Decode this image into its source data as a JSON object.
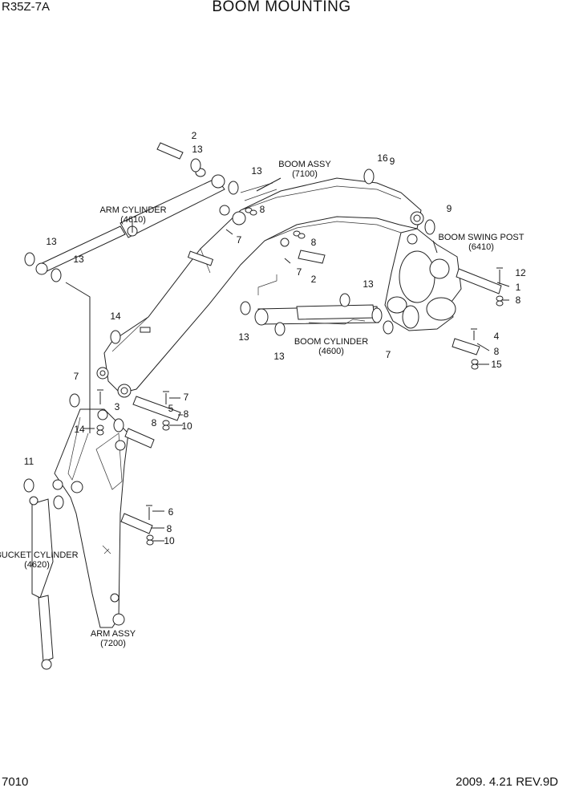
{
  "header": {
    "model": "R35Z-7A",
    "title": "BOOM MOUNTING"
  },
  "footer": {
    "page": "7010",
    "date_rev": "2009. 4.21  REV.9D"
  },
  "callouts": {
    "arm_cylinder": [
      "ARM CYLINDER",
      "(4610)"
    ],
    "boom_assy": [
      "BOOM ASSY",
      "(7100)"
    ],
    "boom_swing_post": [
      "BOOM SWING POST",
      "(6410)"
    ],
    "boom_cylinder": [
      "BOOM CYLINDER",
      "(4600)"
    ],
    "bucket_cylinder": [
      "BUCKET CYLINDER",
      "(4620)"
    ],
    "arm_assy": [
      "ARM ASSY",
      "(7200)"
    ]
  },
  "part_numbers": [
    "2",
    "13",
    "13",
    "16",
    "9",
    "9",
    "8",
    "7",
    "13",
    "13",
    "8",
    "7",
    "2",
    "12",
    "1",
    "8",
    "13",
    "13",
    "13",
    "7",
    "4",
    "8",
    "15",
    "14",
    "7",
    "7",
    "3",
    "8",
    "14",
    "5",
    "8",
    "10",
    "11",
    "6",
    "8",
    "10"
  ]
}
